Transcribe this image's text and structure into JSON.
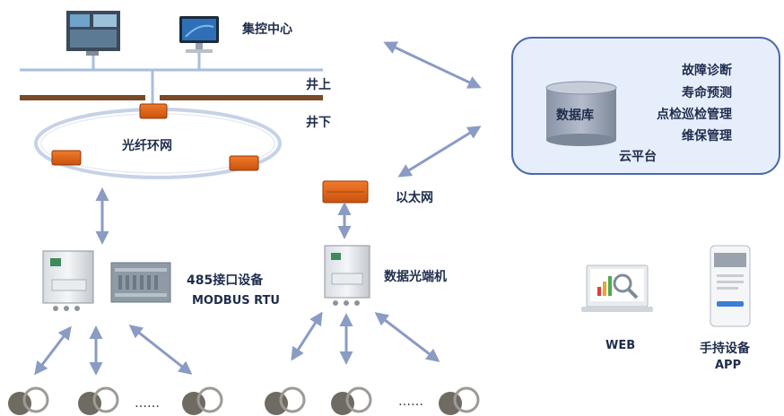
{
  "control_center": {
    "label": "集控中心"
  },
  "levels": {
    "above": "井上",
    "below": "井下"
  },
  "fiber_ring": {
    "label": "光纤环网"
  },
  "ethernet": {
    "label": "以太网"
  },
  "cloud": {
    "label": "云平台",
    "database": "数据库",
    "services": [
      "故障诊断",
      "寿命预测",
      "点检巡检管理",
      "维保管理"
    ]
  },
  "interface_485": {
    "line1": "485接口设备",
    "line2": "MODBUS RTU"
  },
  "optical_terminal": {
    "label": "数据光端机"
  },
  "sensors": {
    "ellipsis_left": "……",
    "ellipsis_right": "……"
  },
  "clients": {
    "web": "WEB",
    "handheld_line1": "手持设备",
    "handheld_line2": "APP"
  },
  "colors": {
    "arrow": "#8a9bc4",
    "bus": "#a9bddf",
    "ground": "#7a4a26",
    "device": "#e0661c",
    "cloud_bg": "#e7eefb",
    "cloud_border": "#4b69b0"
  }
}
